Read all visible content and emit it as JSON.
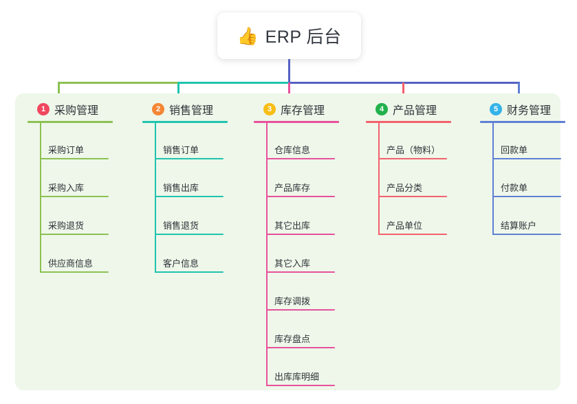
{
  "root": {
    "icon": "thumbs-up-icon",
    "emoji": "👍",
    "title": "ERP 后台"
  },
  "palette": {
    "panel_background": "#eef7ea",
    "page_background": "#ffffff",
    "root_text": "#333740",
    "bus_left": "#7cb342",
    "bus_mid": "#19c1a8",
    "bus_right": "#5561c4",
    "root_drop": "#5561c4"
  },
  "columns": [
    {
      "index": "1",
      "title": "采购管理",
      "badge_color": "#f0475f",
      "line_color": "#8cc152",
      "items": [
        "采购订单",
        "采购入库",
        "采购退货",
        "供应商信息"
      ]
    },
    {
      "index": "2",
      "title": "销售管理",
      "badge_color": "#f58634",
      "line_color": "#1ec4ae",
      "items": [
        "销售订单",
        "销售出库",
        "销售退货",
        "客户信息"
      ]
    },
    {
      "index": "3",
      "title": "库存管理",
      "badge_color": "#f8bd16",
      "line_color": "#e8509b",
      "items": [
        "仓库信息",
        "产品库存",
        "其它出库",
        "其它入库",
        "库存调拨",
        "库存盘点",
        "出库库明细"
      ]
    },
    {
      "index": "4",
      "title": "产品管理",
      "badge_color": "#22b14c",
      "line_color": "#f4606c",
      "items": [
        "产品（物料）",
        "产品分类",
        "产品单位"
      ]
    },
    {
      "index": "5",
      "title": "财务管理",
      "badge_color": "#34b3e8",
      "line_color": "#5f7fd4",
      "items": [
        "回款单",
        "付款单",
        "结算账户"
      ]
    }
  ]
}
